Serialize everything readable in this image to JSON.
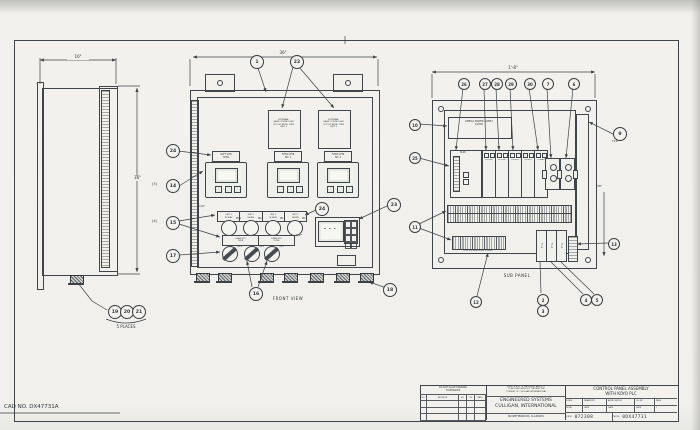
{
  "sheet": {
    "cad_corner": "CAD NO. DX47731A"
  },
  "callouts": {
    "c1": "1",
    "c2": "2",
    "c3": "3",
    "c4": "4",
    "c5": "5",
    "c6": "6",
    "c7": "7",
    "c9": "9",
    "c10": "10",
    "c11": "11",
    "c12": "12",
    "c13": "13",
    "c14": "14",
    "c15": "15",
    "c16": "16",
    "c17": "17",
    "c18": "18",
    "c19": "19",
    "c20": "20",
    "c21": "21",
    "c22": "22",
    "c23": "23",
    "c24": "24",
    "c25": "25",
    "c26": "26",
    "c27": "27",
    "c28": "28",
    "c29": "29",
    "c30": "30"
  },
  "side": {
    "dim_w": "16\"",
    "dim_h": "36\"",
    "note": "5 PLACES"
  },
  "front": {
    "view_label": "FRONT VIEW",
    "dim_w": "36\"",
    "dim_half": "1/2\"",
    "qty3": "(3)",
    "qty4": "(4)",
    "cutout1": "EXTERNAL\nVALVE CONTROLLER\nCUTOUT BEZEL TRIM\nUNIT 1",
    "cutout2": "EXTERNAL\nVALVE CONTROLLER\nCUTOUT BEZEL TRIM\nUNIT 2",
    "np1": "SOFT WTR\nTOTAL",
    "np2": "FLTRD WTR\nNO. 1",
    "np3": "FLTRD WTR\nNO. 2",
    "pb": [
      "PB-1",
      "PB-2",
      "PB-3",
      "PB-4"
    ],
    "strip1": [
      "UNIT 1\nIN SERV",
      "UNIT 1\nREGEN",
      "UNIT 2\nIN SERV",
      "UNIT 2\nREGEN"
    ],
    "strip2": [
      "DRAIN VLV\nOPEN",
      "DRAIN VLV\nCLOSE"
    ],
    "ss": [
      "SS-1",
      "SS-2",
      "SS-3"
    ],
    "hmi_screen": "- - -"
  },
  "sub": {
    "view_label": "SUB PANEL",
    "dim_w": "1'-8\"",
    "dim_flange": "7/8\"",
    "typ": "TYP.",
    "ps": "OMEGA POWER SUPPLY\n24VDC",
    "plc": "DL06",
    "modules": [
      "D2-16ND",
      "D2-16ND",
      "D2-08TR",
      "D2-08TR",
      "F2-04AD"
    ],
    "fuses": [
      "FU-1",
      "FU-2",
      "FU-3"
    ],
    "lv_label": "LOW VOLTAGE SENSOR WIRE"
  },
  "titleblock": {
    "left": {
      "note": "DO NOT SCALE DRAWING\nTOLERANCES",
      "headers": [
        "NO",
        "REVISION",
        "BY",
        "CH",
        "DATE"
      ]
    },
    "mid": {
      "legal": "PRINT & BILL OF MATERIALS ARE NOT\nTO BE USED WITHOUT THE WRITTEN\nCONSENT OF CULLIGAN INTERNATIONAL",
      "co1": "ENGINEERED SYSTEMS",
      "co2": "CULLIGAN, INTERNATIONAL",
      "city": "NORTHBROOK, ILLINOIS"
    },
    "right": {
      "title": "CONTROL PANEL ASSEMBLY\nWITH KOYO PLC",
      "r1": [
        "SCALE",
        "DRAWN BY",
        "APPROVED BY",
        "CH. BY",
        "PAGE"
      ],
      "r2": [
        "NONE",
        "DATE",
        "DATE",
        "DATE",
        "1"
      ],
      "job_label": "JOB NO.",
      "job_no": "072308",
      "cad_label": "CAD NO.",
      "cad_no": "0DX47731"
    }
  }
}
